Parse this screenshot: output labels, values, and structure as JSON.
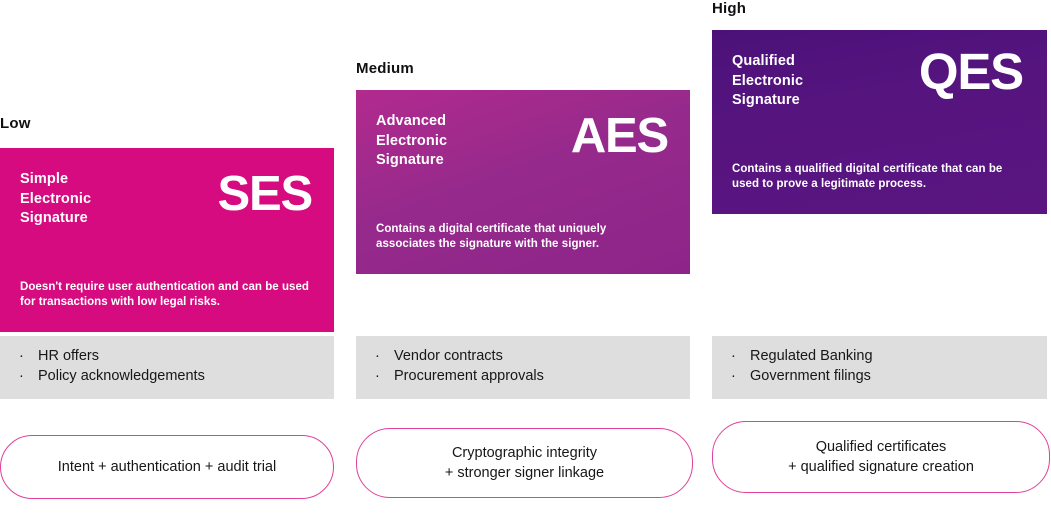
{
  "theme": {
    "ses_color": "#d60b7f",
    "aes_color": "#9a2a8c",
    "qes_color": "#531380",
    "examples_bg": "#dedede",
    "pill_border": "#e0409a",
    "text_color": "#17171a",
    "card_text_color": "#ffffff"
  },
  "columns": [
    {
      "level_label": "Low",
      "acronym": "SES",
      "title": "Simple\nElectronic\nSignature",
      "description": "Doesn't require user authentication and can be used for transactions with low legal risks.",
      "examples": [
        "HR offers",
        "Policy acknowledgements"
      ],
      "bullet_glyph": "·",
      "pill_text": "Intent + authentication + audit trial"
    },
    {
      "level_label": "Medium",
      "acronym": "AES",
      "title": "Advanced\nElectronic\nSignature",
      "description": "Contains a digital certificate that uniquely associates the signature with the signer.",
      "examples": [
        "Vendor contracts",
        "Procurement approvals"
      ],
      "bullet_glyph": "·",
      "pill_text": "Cryptographic integrity\n+ stronger signer linkage"
    },
    {
      "level_label": "High",
      "acronym": "QES",
      "title": "Qualified\nElectronic\nSignature",
      "description": "Contains a qualified digital certificate that can be used to prove a legitimate process.",
      "examples": [
        "Regulated Banking",
        "Government filings"
      ],
      "bullet_glyph": "·",
      "pill_text": "Qualified certificates\n+  qualified signature creation"
    }
  ]
}
